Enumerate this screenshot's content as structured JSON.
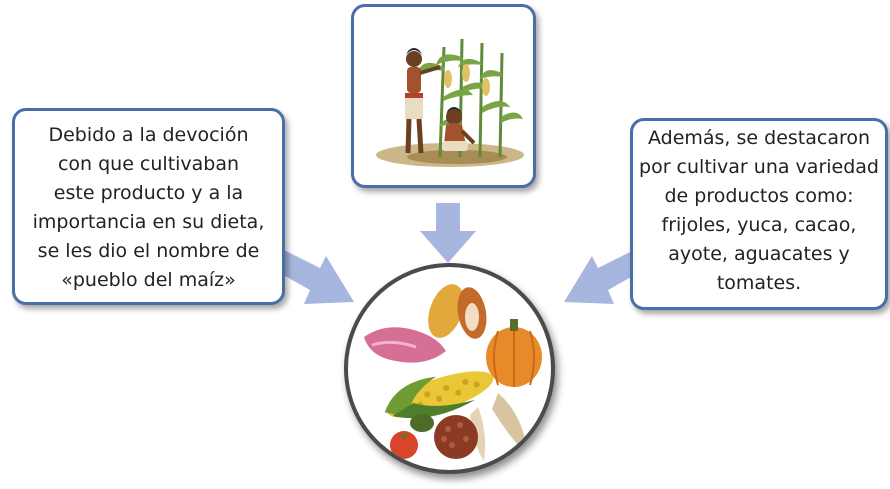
{
  "colors": {
    "box_border": "#4a6fa8",
    "arrow": "#a6b6de",
    "circle_border": "#4b4b4b"
  },
  "left_box": {
    "lines": [
      "Debido a la devoción",
      "con que cultivaban",
      "este producto y a la",
      "importancia en su dieta,",
      "se les dio el nombre de",
      "«pueblo del maíz»"
    ]
  },
  "right_box": {
    "lines": [
      "Además, se destacaron",
      "por cultivar una variedad",
      "de productos como:",
      "frijoles, yuca, cacao,",
      "ayote, aguacates y",
      "tomates."
    ]
  },
  "top_image": {
    "icon": "maize-farmers-illustration"
  },
  "center_image": {
    "icon": "crops-plate-illustration"
  }
}
